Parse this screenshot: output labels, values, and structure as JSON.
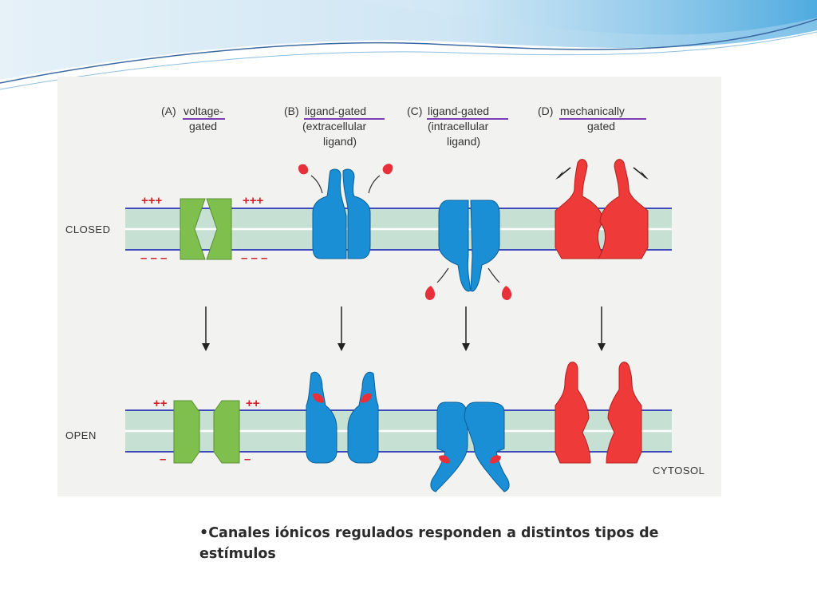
{
  "figure": {
    "channels": [
      {
        "letter": "(A)",
        "name_lines": [
          "voltage-",
          "gated"
        ],
        "underline_lines": [
          0
        ]
      },
      {
        "letter": "(B)",
        "name_lines": [
          "ligand-gated",
          "(extracellular",
          "ligand)"
        ],
        "underline_lines": [
          0
        ]
      },
      {
        "letter": "(C)",
        "name_lines": [
          "ligand-gated",
          "(intracellular",
          "ligand)"
        ],
        "underline_lines": [
          0
        ]
      },
      {
        "letter": "(D)",
        "name_lines": [
          "mechanically",
          "gated"
        ],
        "underline_lines": [
          0
        ]
      }
    ],
    "states": {
      "closed": "CLOSED",
      "open": "OPEN"
    },
    "cytosol_label": "CYTOSOL",
    "charges": {
      "closed_top": "+++",
      "closed_bottom": "– – –",
      "open_top": "++",
      "open_bottom": "–"
    },
    "colors": {
      "membrane_fill": "#c6e0d3",
      "membrane_line": "#2b35b8",
      "voltage": "#7fbf4d",
      "ligand": "#1a8fd6",
      "mechanical": "#ef3a3a",
      "ligand_drop": "#e8303a",
      "underline": "#7a3fb5"
    }
  },
  "caption": {
    "bullet": "•",
    "text": "Canales iónicos regulados responden a distintos tipos de estímulos"
  }
}
